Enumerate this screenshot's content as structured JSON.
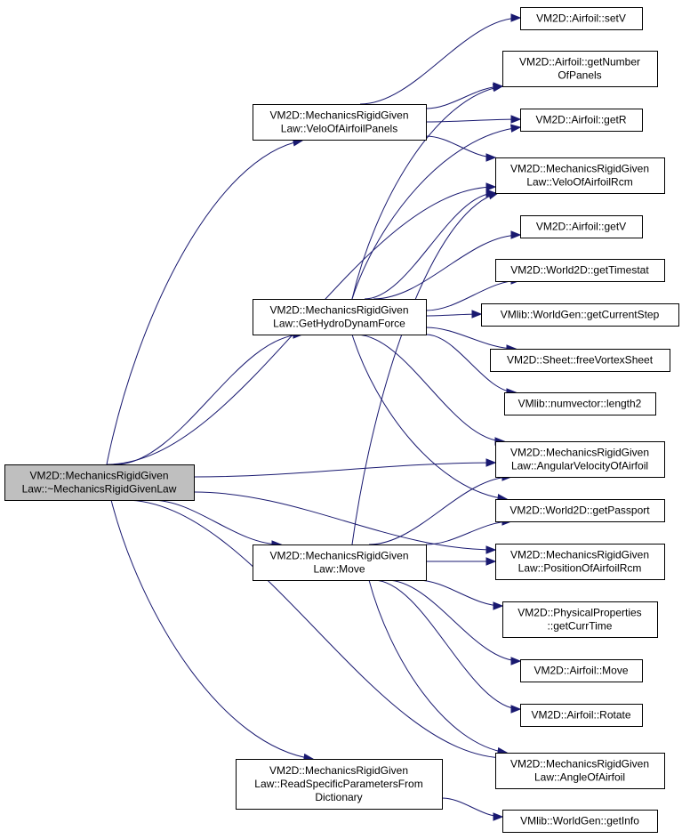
{
  "nodes": [
    {
      "id": "root",
      "lines": [
        "VM2D::MechanicsRigidGiven",
        "Law::~MechanicsRigidGivenLaw"
      ]
    },
    {
      "id": "veloPanels",
      "lines": [
        "VM2D::MechanicsRigidGiven",
        "Law::VeloOfAirfoilPanels"
      ]
    },
    {
      "id": "hydro",
      "lines": [
        "VM2D::MechanicsRigidGiven",
        "Law::GetHydroDynamForce"
      ]
    },
    {
      "id": "move",
      "lines": [
        "VM2D::MechanicsRigidGiven",
        "Law::Move"
      ]
    },
    {
      "id": "readParams",
      "lines": [
        "VM2D::MechanicsRigidGiven",
        "Law::ReadSpecificParametersFrom",
        "Dictionary"
      ]
    },
    {
      "id": "setV",
      "lines": [
        "VM2D::Airfoil::setV"
      ]
    },
    {
      "id": "getNumPanels",
      "lines": [
        "VM2D::Airfoil::getNumber",
        "OfPanels"
      ]
    },
    {
      "id": "getR",
      "lines": [
        "VM2D::Airfoil::getR"
      ]
    },
    {
      "id": "veloRcm",
      "lines": [
        "VM2D::MechanicsRigidGiven",
        "Law::VeloOfAirfoilRcm"
      ]
    },
    {
      "id": "getV",
      "lines": [
        "VM2D::Airfoil::getV"
      ]
    },
    {
      "id": "getTimestat",
      "lines": [
        "VM2D::World2D::getTimestat"
      ]
    },
    {
      "id": "getCurrentStep",
      "lines": [
        "VMlib::WorldGen::getCurrentStep"
      ]
    },
    {
      "id": "freeVortexSheet",
      "lines": [
        "VM2D::Sheet::freeVortexSheet"
      ]
    },
    {
      "id": "length2",
      "lines": [
        "VMlib::numvector::length2"
      ]
    },
    {
      "id": "angVel",
      "lines": [
        "VM2D::MechanicsRigidGiven",
        "Law::AngularVelocityOfAirfoil"
      ]
    },
    {
      "id": "getPassport",
      "lines": [
        "VM2D::World2D::getPassport"
      ]
    },
    {
      "id": "posRcm",
      "lines": [
        "VM2D::MechanicsRigidGiven",
        "Law::PositionOfAirfoilRcm"
      ]
    },
    {
      "id": "getCurrTime",
      "lines": [
        "VM2D::PhysicalProperties",
        "::getCurrTime"
      ]
    },
    {
      "id": "airfoilMove",
      "lines": [
        "VM2D::Airfoil::Move"
      ]
    },
    {
      "id": "airfoilRotate",
      "lines": [
        "VM2D::Airfoil::Rotate"
      ]
    },
    {
      "id": "angleOfAirfoil",
      "lines": [
        "VM2D::MechanicsRigidGiven",
        "Law::AngleOfAirfoil"
      ]
    },
    {
      "id": "getInfo",
      "lines": [
        "VMlib::WorldGen::getInfo"
      ]
    }
  ],
  "edges": [
    [
      "root",
      "veloPanels"
    ],
    [
      "root",
      "hydro"
    ],
    [
      "root",
      "move"
    ],
    [
      "root",
      "readParams"
    ],
    [
      "root",
      "veloRcm"
    ],
    [
      "root",
      "angVel"
    ],
    [
      "root",
      "posRcm"
    ],
    [
      "root",
      "angleOfAirfoil"
    ],
    [
      "veloPanels",
      "setV"
    ],
    [
      "veloPanels",
      "getNumPanels"
    ],
    [
      "veloPanels",
      "getR"
    ],
    [
      "veloPanels",
      "veloRcm"
    ],
    [
      "hydro",
      "getNumPanels"
    ],
    [
      "hydro",
      "getR"
    ],
    [
      "hydro",
      "veloRcm"
    ],
    [
      "hydro",
      "getV"
    ],
    [
      "hydro",
      "getTimestat"
    ],
    [
      "hydro",
      "getCurrentStep"
    ],
    [
      "hydro",
      "freeVortexSheet"
    ],
    [
      "hydro",
      "length2"
    ],
    [
      "hydro",
      "angVel"
    ],
    [
      "hydro",
      "getPassport"
    ],
    [
      "move",
      "veloRcm"
    ],
    [
      "move",
      "angVel"
    ],
    [
      "move",
      "getPassport"
    ],
    [
      "move",
      "posRcm"
    ],
    [
      "move",
      "getCurrTime"
    ],
    [
      "move",
      "airfoilMove"
    ],
    [
      "move",
      "airfoilRotate"
    ],
    [
      "move",
      "angleOfAirfoil"
    ],
    [
      "readParams",
      "getInfo"
    ]
  ]
}
